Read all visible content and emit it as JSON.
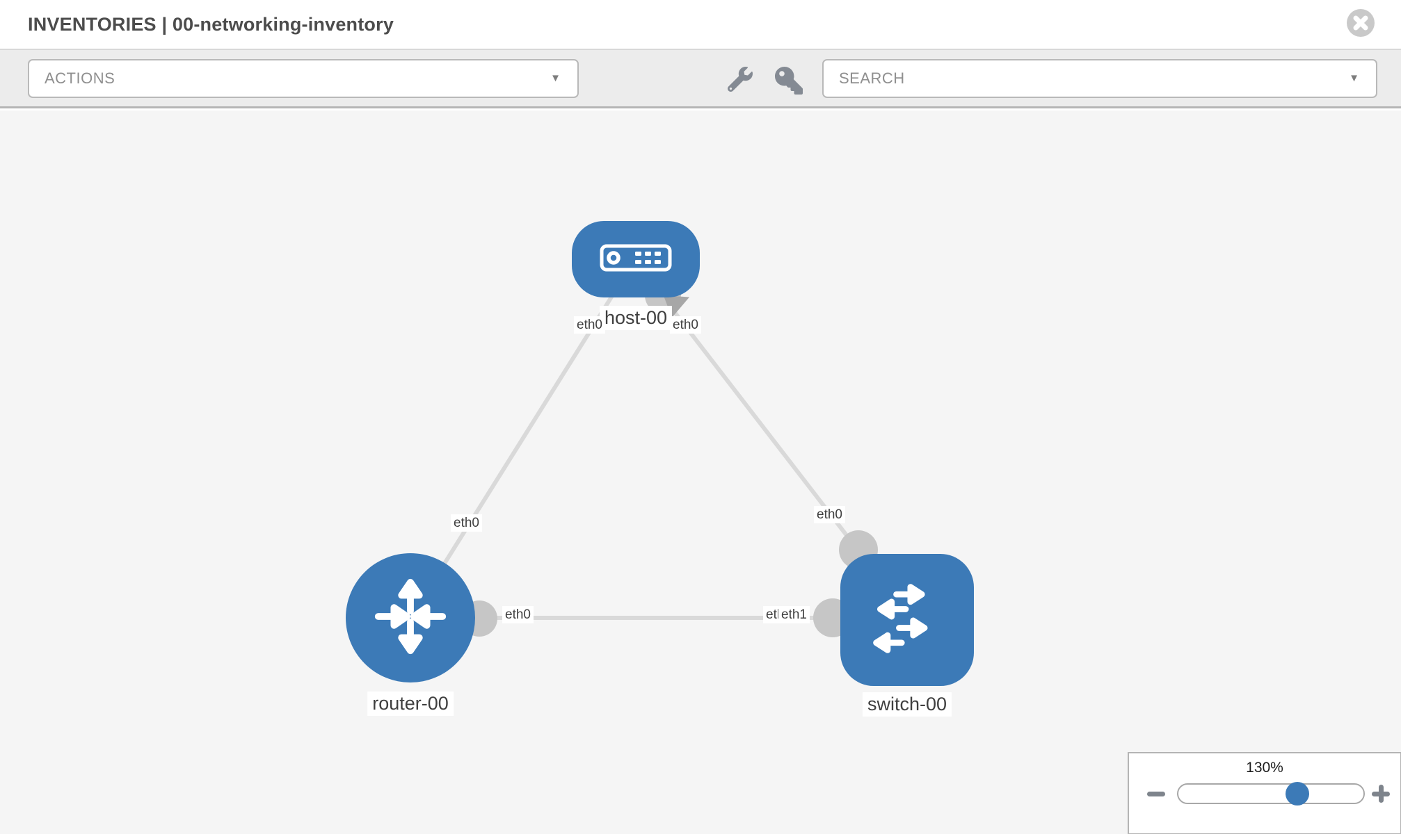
{
  "colors": {
    "accent": "#3c7ab7",
    "canvas-bg": "#f5f5f5",
    "toolbar-bg": "#ececec",
    "connector-gray": "#c6c6c6",
    "link-gray": "#d9d9d9",
    "icon-gray": "#848a93",
    "title-gray": "#4c4c4c"
  },
  "header": {
    "title": "INVENTORIES | 00-networking-inventory"
  },
  "toolbar": {
    "actions_label": "ACTIONS",
    "search_label": "SEARCH",
    "caret_glyph": "▼"
  },
  "icons": {
    "close": "close-icon",
    "wrench": "wrench-icon",
    "key": "key-icon",
    "caret": "chevron-down-icon",
    "minus": "minus-icon",
    "plus": "plus-icon",
    "host": "host-device-icon",
    "router": "router-device-icon",
    "switch": "switch-device-icon"
  },
  "topology": {
    "nodes": [
      {
        "id": "host-00",
        "type": "host",
        "label": "host-00"
      },
      {
        "id": "router-00",
        "type": "router",
        "label": "router-00"
      },
      {
        "id": "switch-00",
        "type": "switch",
        "label": "switch-00"
      }
    ],
    "links": [
      {
        "from": "router-00",
        "from_interface": "eth0",
        "to": "host-00",
        "to_interface": "eth0"
      },
      {
        "from": "host-00",
        "from_interface": "eth0",
        "to": "switch-00",
        "to_interface": "eth0"
      },
      {
        "from": "router-00",
        "from_interface": "eth0",
        "to": "switch-00",
        "to_interface": "eth1"
      }
    ],
    "interface_labels": [
      "eth0",
      "eth0",
      "eth0",
      "eth0",
      "eth0",
      "eth0",
      "eth1"
    ]
  },
  "zoom_control": {
    "level": "130%",
    "percent": 130
  }
}
